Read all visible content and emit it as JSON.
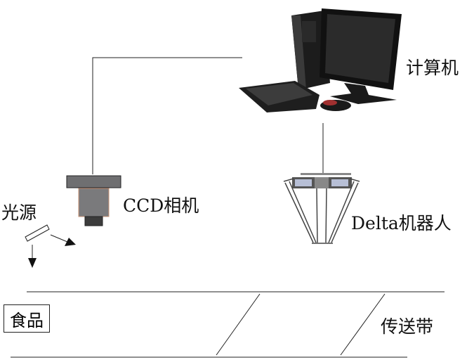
{
  "labels": {
    "computer": "计算机",
    "ccd_camera": "CCD相机",
    "light_source": "光源",
    "delta_robot": "Delta机器人",
    "food": "食品",
    "conveyor": "传送带"
  }
}
